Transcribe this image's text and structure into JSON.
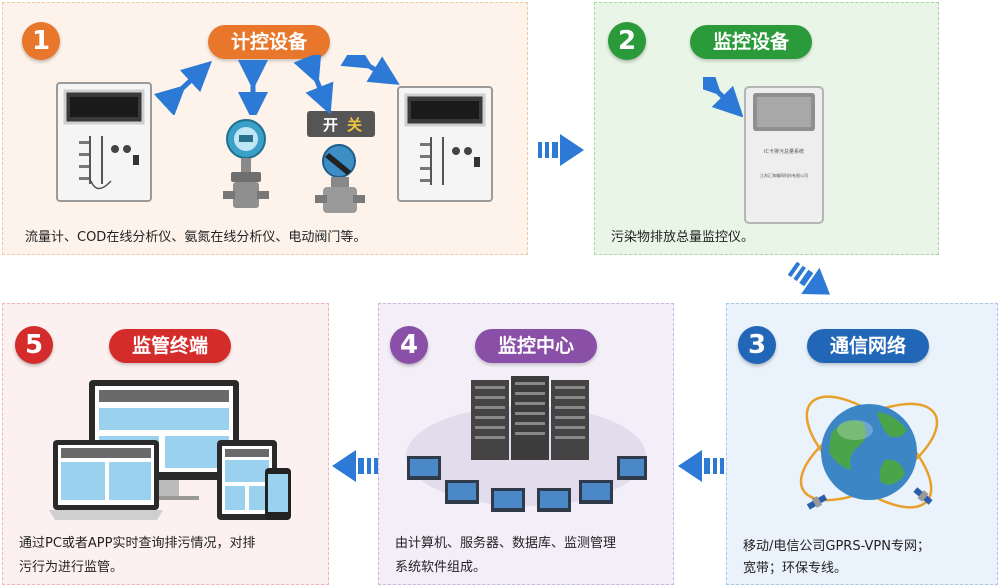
{
  "colors": {
    "orange": "#e8762b",
    "green": "#2a9a3a",
    "blue": "#2266b8",
    "purple": "#8a4fa6",
    "red": "#d42b2b",
    "arrow_blue": "#2d7ad6"
  },
  "steps": [
    {
      "number": "1",
      "title": "计控设备",
      "description": "流量计、COD在线分析仪、氨氮在线分析仪、电动阀门等。",
      "valve_labels": {
        "open": "开",
        "close": "关"
      }
    },
    {
      "number": "2",
      "title": "监控设备",
      "description": "污染物排放总量监控仪。",
      "device_label": "IC卡排污总量系统",
      "device_maker": "江苏汇海辅网科技有限公司"
    },
    {
      "number": "3",
      "title": "通信网络",
      "description_lines": [
        "移动/电信公司GPRS-VPN专网；",
        "宽带；环保专线。"
      ]
    },
    {
      "number": "4",
      "title": "监控中心",
      "description_lines": [
        "由计算机、服务器、数据库、监测管理",
        "系统软件组成。"
      ]
    },
    {
      "number": "5",
      "title": "监管终端",
      "description_lines": [
        "通过PC或者APP实时查询排污情况，对排",
        "污行为进行监管。"
      ]
    }
  ],
  "icons": [
    "flowmeter-icon",
    "analyzer-icon",
    "electric-valve-icon",
    "monitor-device-icon",
    "globe-satellite-icon",
    "server-network-icon",
    "multi-device-icon",
    "flow-arrow-icon"
  ]
}
